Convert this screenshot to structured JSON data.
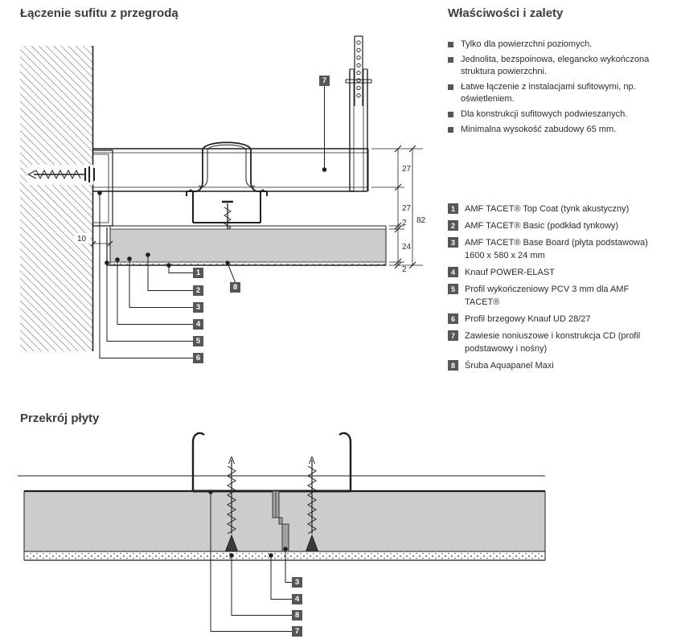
{
  "sections": {
    "detail": {
      "title": "Łączenie sufitu z przegrodą"
    },
    "properties": {
      "title": "Właściwości i zalety",
      "bullets": [
        "Tylko dla powierzchni poziomych.",
        "Jednolita, bezspoinowa, elegancko wykończona struktura powierzchni.",
        "Łatwe łączenie z instalacjami sufitowymi, np. oświetleniem.",
        "Dla konstrukcji sufitowych podwieszanych.",
        "Minimalna wysokość zabudowy 65 mm."
      ]
    },
    "legend": [
      {
        "num": "1",
        "text": "AMF TACET® Top Coat (tynk akustyczny)"
      },
      {
        "num": "2",
        "text": "AMF TACET® Basic (podkład tynkowy)"
      },
      {
        "num": "3",
        "text": "AMF TACET® Base Board (płyta podstawowa) 1600 x 580 x 24 mm"
      },
      {
        "num": "4",
        "text": "Knauf POWER-ELAST"
      },
      {
        "num": "5",
        "text": "Profil wykończeniowy PCV 3 mm dla AMF TACET®"
      },
      {
        "num": "6",
        "text": "Profil brzegowy Knauf UD 28/27"
      },
      {
        "num": "7",
        "text": "Zawiesie noniuszowe i konstrukcja CD (profil podstawowy i nośny)"
      },
      {
        "num": "8",
        "text": "Śruba Aquapanel Maxi"
      }
    ],
    "cross_section": {
      "title": "Przekrój płyty"
    }
  },
  "diagram1": {
    "dims": {
      "h27_top": "27",
      "h27_mid": "27",
      "t2_top": "2",
      "h24": "24",
      "t2_bot": "2",
      "total": "82",
      "gap": "10"
    },
    "callouts": {
      "c1": "1",
      "c2": "2",
      "c3": "3",
      "c4": "4",
      "c5": "5",
      "c6": "6",
      "c7": "7",
      "c8": "8"
    }
  },
  "diagram2": {
    "callouts": {
      "c3": "3",
      "c4": "4",
      "c7": "7",
      "c8": "8"
    }
  }
}
